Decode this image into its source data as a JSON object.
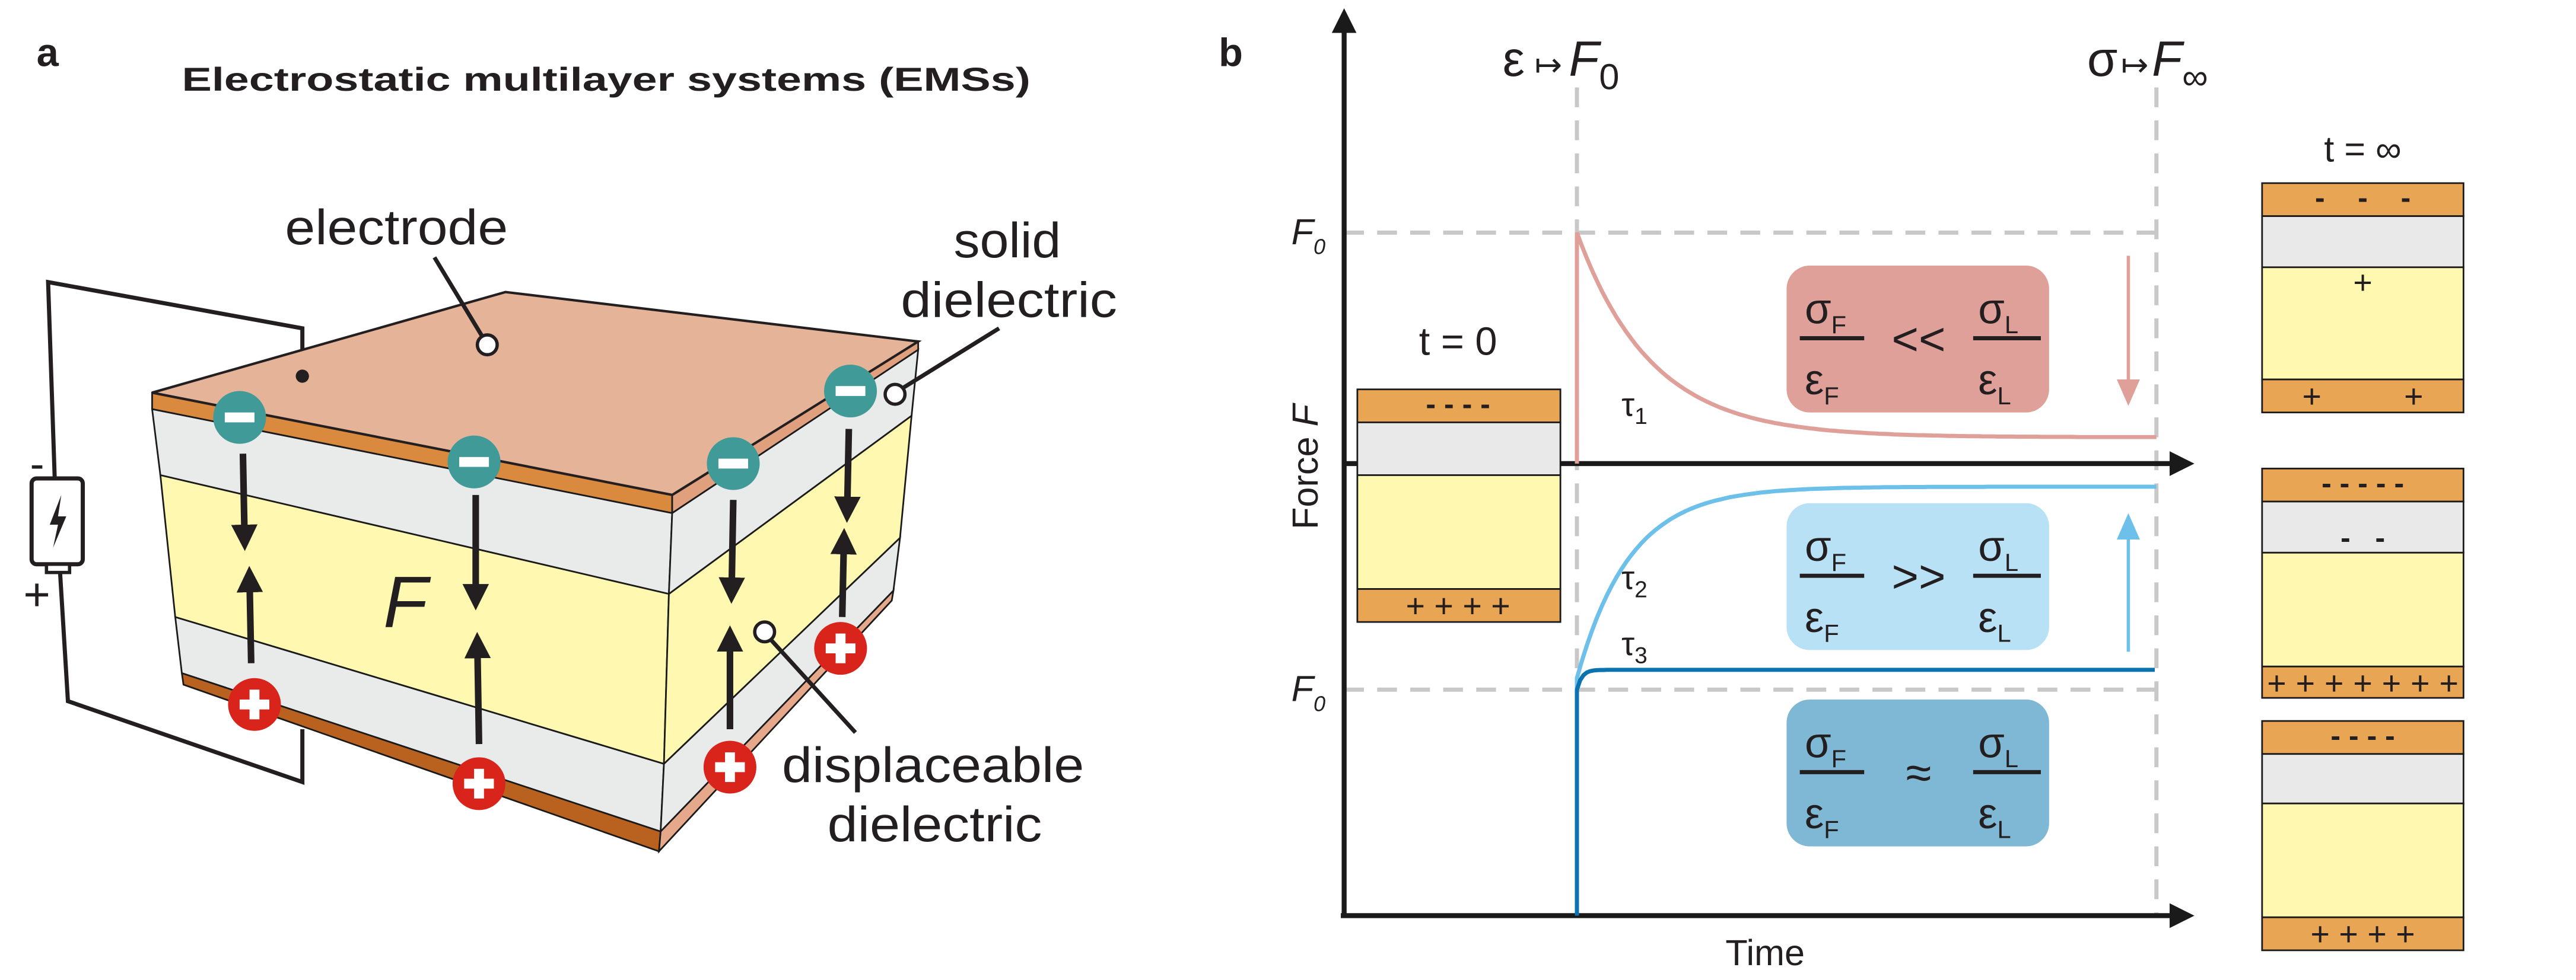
{
  "panel_a": {
    "letter": "a",
    "title": "Electrostatic multilayer systems (EMSs)",
    "labels": {
      "electrode": "electrode",
      "solid_1": "solid",
      "solid_2": "dielectric",
      "displaceable_1": "displaceable",
      "displaceable_2": "dielectric",
      "force": "F"
    },
    "battery": {
      "minus": "-",
      "plus": "+"
    },
    "colors": {
      "electrode_top": "#e5b398",
      "electrode_edge": "#c8732a",
      "solid": "#e9ebea",
      "displaceable": "#fef8b0",
      "negative": "#3f9a98",
      "positive": "#d9241c"
    }
  },
  "panel_b": {
    "letter": "b",
    "header_left": {
      "sym": "ε",
      "arrow": "↦",
      "F": "F",
      "sub": "0"
    },
    "header_right": {
      "sym": "σ",
      "arrow": "↦",
      "F": "F",
      "sub": "∞"
    },
    "y_axis": {
      "label_main": "Force ",
      "label_var": "F"
    },
    "x_axis": {
      "label": "Time"
    },
    "f0_upper": {
      "F": "F",
      "sub": "0"
    },
    "f0_lower": {
      "F": "F",
      "sub": "0"
    },
    "taus": [
      {
        "t": "τ",
        "sub": "1"
      },
      {
        "t": "τ",
        "sub": "2"
      },
      {
        "t": "τ",
        "sub": "3"
      }
    ],
    "conditions": [
      {
        "num_l": "σ",
        "num_l_sub": "F",
        "den_l": "ε",
        "den_l_sub": "F",
        "op": "<<",
        "num_r": "σ",
        "num_r_sub": "L",
        "den_r": "ε",
        "den_r_sub": "L",
        "color": "#e0a09a"
      },
      {
        "num_l": "σ",
        "num_l_sub": "F",
        "den_l": "ε",
        "den_l_sub": "F",
        "op": ">>",
        "num_r": "σ",
        "num_r_sub": "L",
        "den_r": "ε",
        "den_r_sub": "L",
        "color": "#b8e1f5"
      },
      {
        "num_l": "σ",
        "num_l_sub": "F",
        "den_l": "ε",
        "den_l_sub": "F",
        "op": "≈",
        "num_r": "σ",
        "num_r_sub": "L",
        "den_r": "ε",
        "den_r_sub": "L",
        "color": "#7fb8d4"
      }
    ],
    "curve_colors": {
      "decay": "#e0a09a",
      "rise": "#6cc0ea",
      "flat": "#0a73b0"
    },
    "stack_t0": {
      "title": "t = 0",
      "top": "- - - -",
      "bottom": "+ + + +"
    },
    "stacks_tinf": {
      "title": "t = ∞",
      "s1": {
        "top": "-    -    -",
        "mid": "+",
        "bottom": "+         +"
      },
      "s2": {
        "top": "- - - - -",
        "mid": "-   -",
        "bottom": "+++++++"
      },
      "s3": {
        "top": "- - - -",
        "bottom": "+ + + +"
      }
    }
  }
}
